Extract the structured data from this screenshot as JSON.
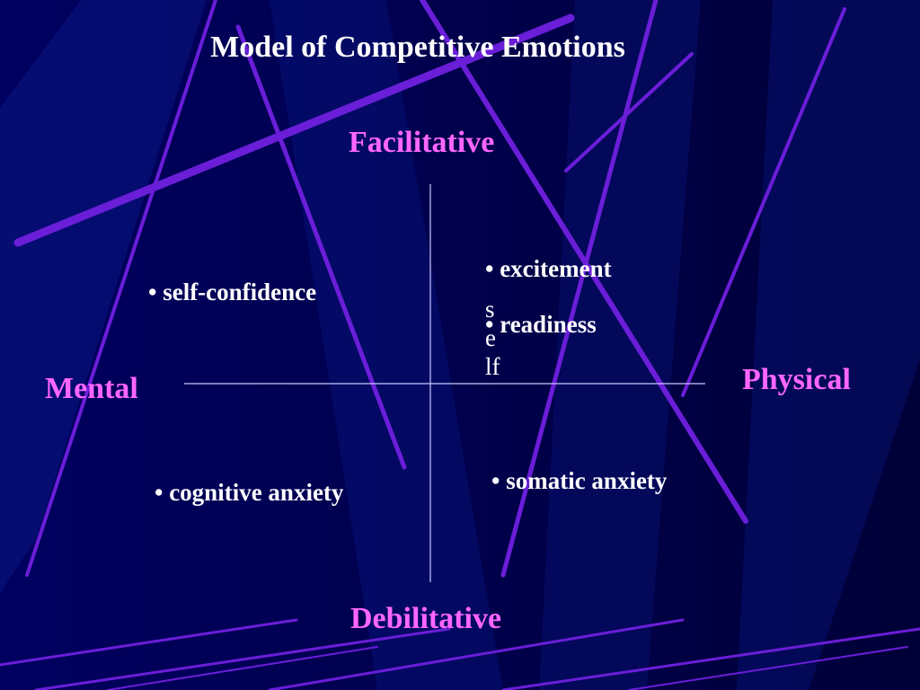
{
  "title": "Model of Competitive Emotions",
  "axes": {
    "top": "Facilitative",
    "bottom": "Debilitative",
    "left": "Mental",
    "right": "Physical"
  },
  "quadrants": {
    "top_left": [
      "• self-confidence"
    ],
    "top_right": [
      "• excitement",
      "• readiness"
    ],
    "bottom_left": [
      "• cognitive anxiety"
    ],
    "bottom_right": [
      "• somatic anxiety"
    ]
  },
  "overlay_text": "self",
  "colors": {
    "background": "#00004a",
    "accent": "#ff66ff",
    "text": "#ffffff",
    "streak": "#6a1ed8"
  }
}
